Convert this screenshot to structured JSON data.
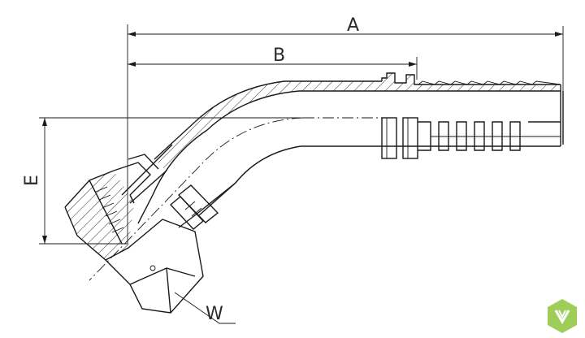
{
  "drawing": {
    "dimensions": {
      "a_label": "A",
      "b_label": "B",
      "e_label": "E",
      "w_label": "W"
    }
  },
  "logo": {
    "color": "#9fce58"
  }
}
